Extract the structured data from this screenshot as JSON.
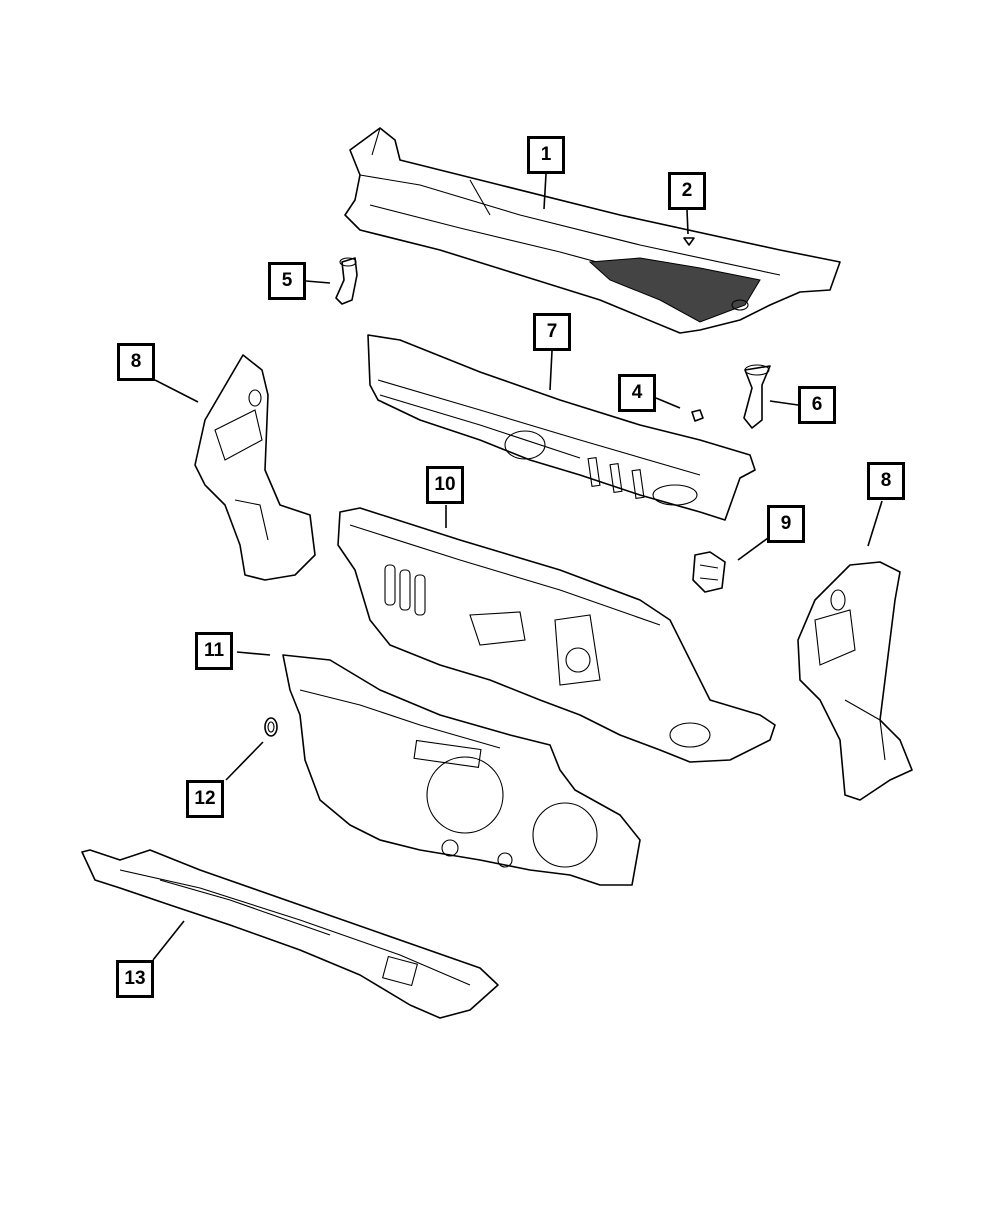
{
  "callouts": {
    "c1": "1",
    "c2": "2",
    "c4": "4",
    "c5": "5",
    "c6": "6",
    "c7": "7",
    "c8a": "8",
    "c8b": "8",
    "c9": "9",
    "c10": "10",
    "c11": "11",
    "c12": "12",
    "c13": "13"
  }
}
